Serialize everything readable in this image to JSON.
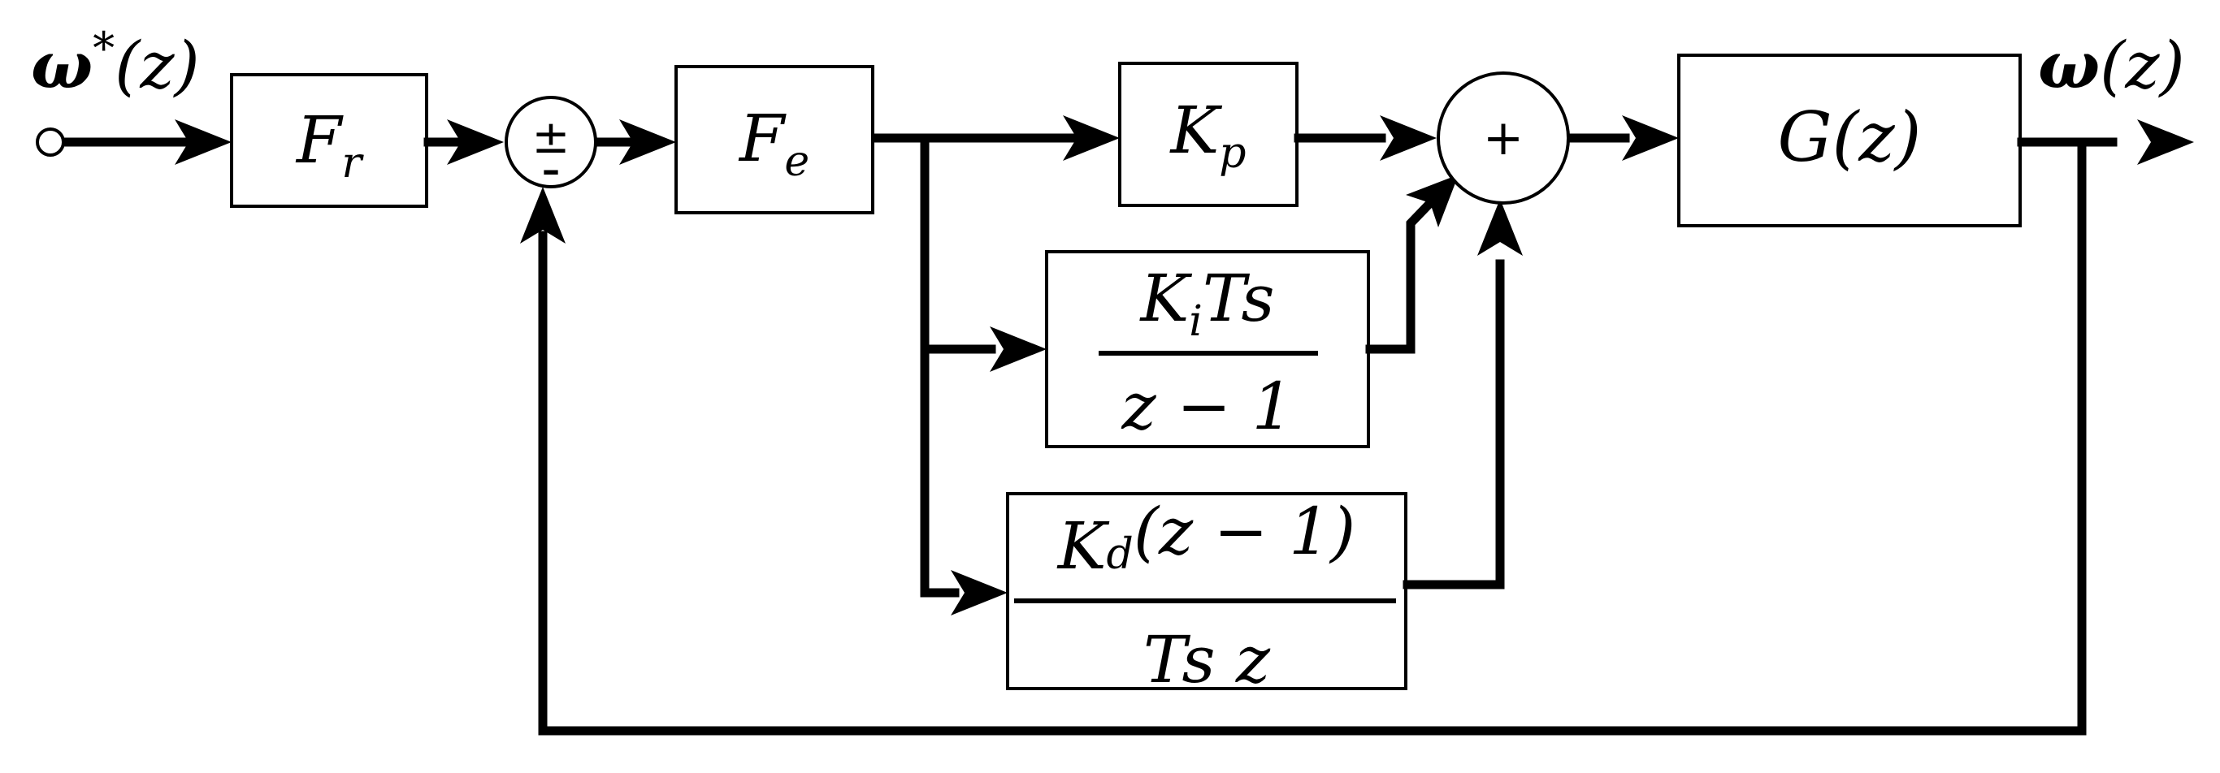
{
  "labels": {
    "input_signal": {
      "base": "ω",
      "sup": "*",
      "arg": "(z)"
    },
    "output_signal": {
      "base": "ω",
      "arg": "(z)"
    },
    "sum1": {
      "top_sign": "±",
      "bottom_sign": "–"
    },
    "sum2": {
      "sign": "+"
    }
  },
  "blocks": {
    "fr": {
      "base": "F",
      "sub": "r"
    },
    "fe": {
      "base": "F",
      "sub": "e"
    },
    "kp": {
      "base": "K",
      "sub": "p"
    },
    "ki": {
      "num_base": "K",
      "num_sub": "i",
      "num_rest": "Ts",
      "den": "z − 1"
    },
    "kd": {
      "num_base": "K",
      "num_sub": "d",
      "num_rest": "(z − 1)",
      "den": "Ts z"
    },
    "g": {
      "base": "G",
      "arg": "(z)"
    }
  },
  "colors": {
    "line": "#000000",
    "background": "#ffffff"
  }
}
